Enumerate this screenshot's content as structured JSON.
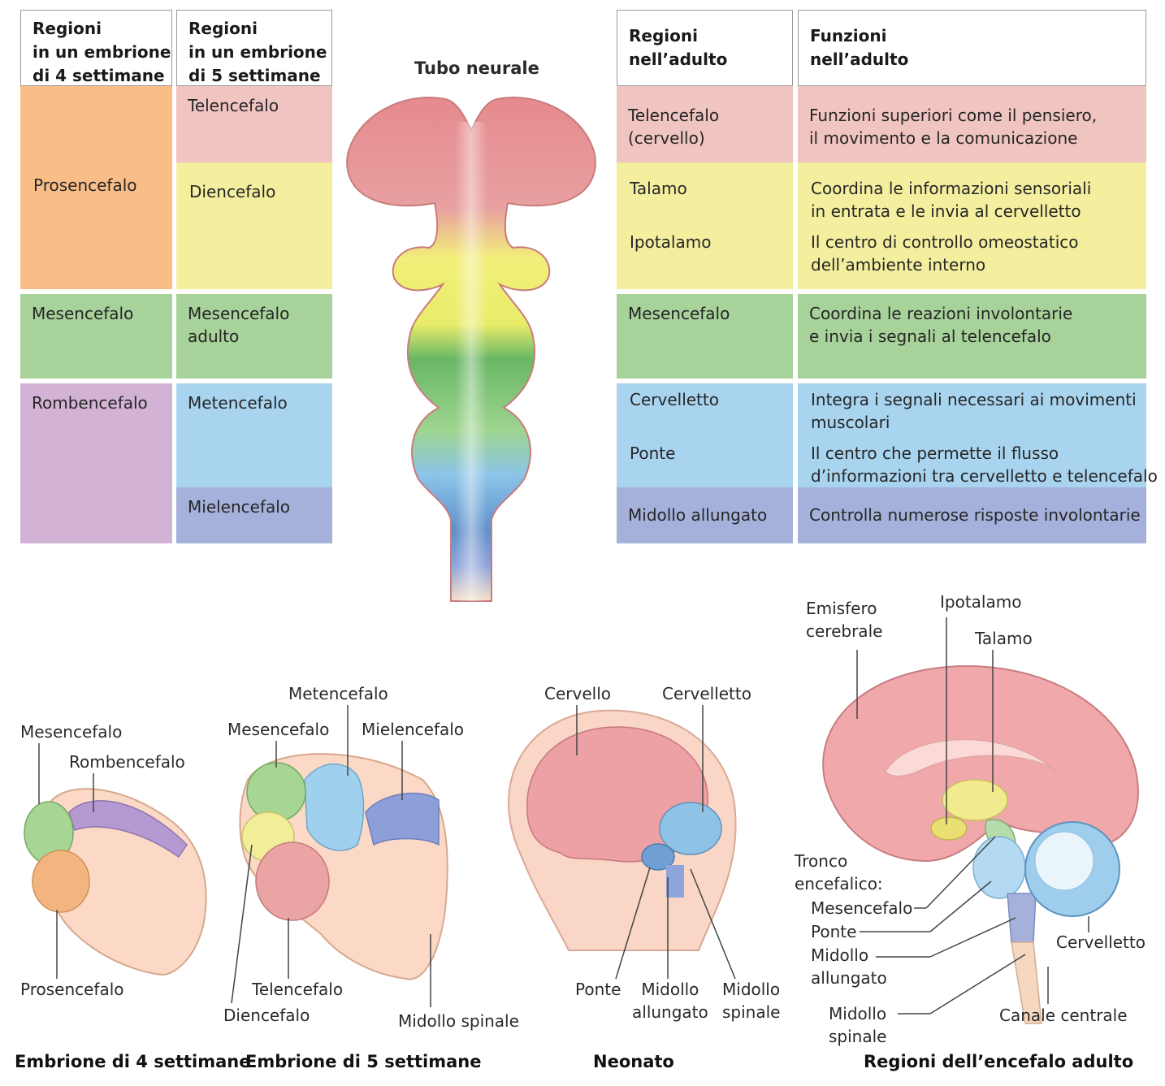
{
  "left_table": {
    "header_4w": [
      "Regioni",
      "in un embrione",
      "di 4 settimane"
    ],
    "header_5w": [
      "Regioni",
      "in un embrione",
      "di 5 settimane"
    ],
    "prosencefalo": "Prosencefalo",
    "mesencefalo": "Mesencefalo",
    "rombencefalo": "Rombencefalo",
    "telencefalo": "Telencefalo",
    "diencefalo": "Diencefalo",
    "mesencefalo_adulto": [
      "Mesencefalo",
      "adulto"
    ],
    "metencefalo": "Metencefalo",
    "mielencefalo": "Mielencefalo"
  },
  "tube": {
    "title": "Tubo neurale"
  },
  "right_table": {
    "header_regions": [
      "Regioni",
      "nell’adulto"
    ],
    "header_functions": [
      "Funzioni",
      "nell’adulto"
    ],
    "rows": {
      "telencefalo": {
        "region": [
          "Telencefalo",
          "(cervello)"
        ],
        "function": [
          "Funzioni superiori come il pensiero,",
          "il movimento e la comunicazione"
        ]
      },
      "talamo": {
        "region": "Talamo",
        "function": [
          "Coordina le informazioni sensoriali",
          "in entrata e le invia al cervelletto"
        ]
      },
      "ipotalamo": {
        "region": "Ipotalamo",
        "function": [
          "Il centro di controllo omeostatico",
          "dell’ambiente interno"
        ]
      },
      "mesencefalo": {
        "region": "Mesencefalo",
        "function": [
          "Coordina le reazioni involontarie",
          "e invia i segnali al telencefalo"
        ]
      },
      "cervelletto": {
        "region": "Cervelletto",
        "function": [
          "Integra i segnali necessari ai movimenti",
          "muscolari"
        ]
      },
      "ponte": {
        "region": "Ponte",
        "function": [
          "Il centro che permette il flusso",
          "d’informazioni tra cervelletto e telencefalo"
        ]
      },
      "midollo": {
        "region": "Midollo allungato",
        "function": "Controlla numerose risposte involontarie"
      }
    }
  },
  "embryo4": {
    "caption": "Embrione di 4 settimane",
    "labels": {
      "mesencefalo": "Mesencefalo",
      "rombencefalo": "Rombencefalo",
      "prosencefalo": "Prosencefalo"
    }
  },
  "embryo5": {
    "caption": "Embrione di 5 settimane",
    "labels": {
      "metencefalo": "Metencefalo",
      "mesencefalo": "Mesencefalo",
      "mielencefalo": "Mielencefalo",
      "telencefalo": "Telencefalo",
      "diencefalo": "Diencefalo",
      "midollo_spinale": "Midollo spinale"
    }
  },
  "neonato": {
    "caption": "Neonato",
    "labels": {
      "cervello": "Cervello",
      "cervelletto": "Cervelletto",
      "ponte": "Ponte",
      "midollo_allungato": [
        "Midollo",
        "allungato"
      ],
      "midollo_spinale": [
        "Midollo",
        "spinale"
      ]
    }
  },
  "adult": {
    "caption": "Regioni dell’encefalo adulto",
    "labels": {
      "emisfero": [
        "Emisfero",
        "cerebrale"
      ],
      "ipotalamo": "Ipotalamo",
      "talamo": "Talamo",
      "tronco": [
        "Tronco",
        "encefalico:"
      ],
      "mesencefalo": "Mesencefalo",
      "ponte": "Ponte",
      "midollo_allungato": [
        "Midollo",
        "allungato"
      ],
      "midollo_spinale": [
        "Midollo",
        "spinale"
      ],
      "cervelletto": "Cervelletto",
      "canale": "Canale centrale"
    }
  },
  "colors": {
    "pink": "#f0c4c1",
    "orange": "#f9be87",
    "yellow": "#f3ef9e",
    "green": "#a7d29a",
    "purple": "#d2b3d6",
    "blue": "#a9d4ef",
    "navy": "#a5b1db"
  }
}
